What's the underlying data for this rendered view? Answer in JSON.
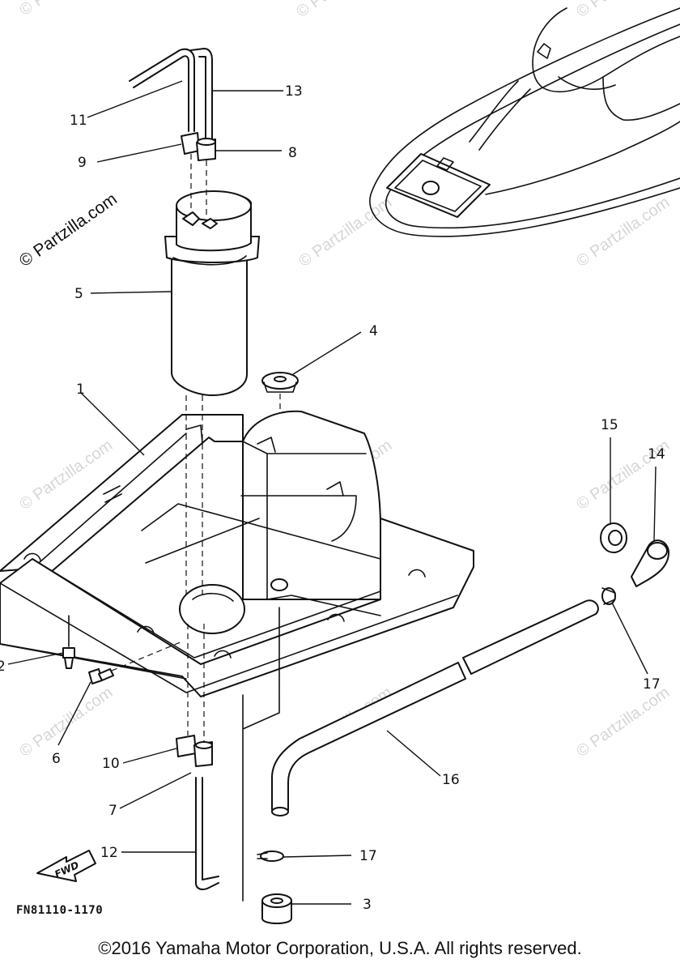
{
  "watermark": "© Partzilla.com",
  "diagram_code": "FN81110-1170",
  "fwd_label": "FWD",
  "copyright": "©2016  Yamaha Motor Corporation, U.S.A. All rights reserved.",
  "callouts": {
    "c1": "1",
    "c2": "2",
    "c3": "3",
    "c4": "4",
    "c5": "5",
    "c6": "6",
    "c7": "7",
    "c8": "8",
    "c9": "9",
    "c10": "10",
    "c11": "11",
    "c12": "12",
    "c13": "13",
    "c14": "14",
    "c15": "15",
    "c16": "16",
    "c17a": "17",
    "c17b": "17"
  }
}
